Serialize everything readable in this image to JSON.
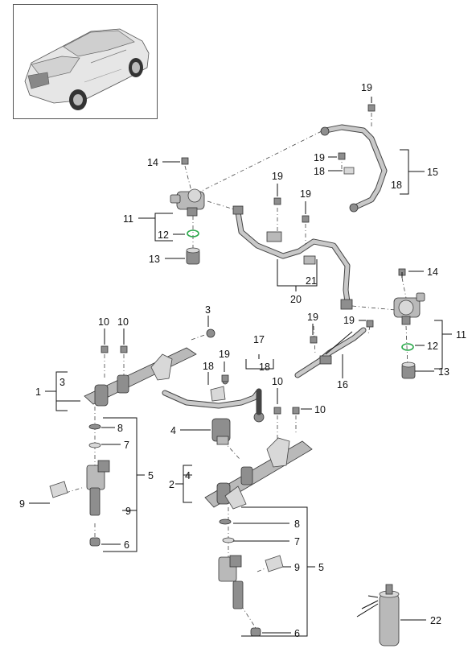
{
  "callouts": [
    {
      "id": "c19a",
      "text": "19"
    },
    {
      "id": "c14a",
      "text": "14"
    },
    {
      "id": "c19b",
      "text": "19"
    },
    {
      "id": "c18a",
      "text": "18"
    },
    {
      "id": "c15",
      "text": "15"
    },
    {
      "id": "c18b",
      "text": "18"
    },
    {
      "id": "c19c",
      "text": "19"
    },
    {
      "id": "c19d",
      "text": "19"
    },
    {
      "id": "c11a",
      "text": "11"
    },
    {
      "id": "c12a",
      "text": "12"
    },
    {
      "id": "c13a",
      "text": "13"
    },
    {
      "id": "c21",
      "text": "21"
    },
    {
      "id": "c20",
      "text": "20"
    },
    {
      "id": "c14b",
      "text": "14"
    },
    {
      "id": "c3a",
      "text": "3"
    },
    {
      "id": "c10a",
      "text": "10"
    },
    {
      "id": "c10b",
      "text": "10"
    },
    {
      "id": "c19e",
      "text": "19"
    },
    {
      "id": "c19f",
      "text": "19"
    },
    {
      "id": "c11b",
      "text": "11"
    },
    {
      "id": "c12b",
      "text": "12"
    },
    {
      "id": "c13b",
      "text": "13"
    },
    {
      "id": "c17",
      "text": "17"
    },
    {
      "id": "c18c",
      "text": "18"
    },
    {
      "id": "c19g",
      "text": "19"
    },
    {
      "id": "c18d",
      "text": "18"
    },
    {
      "id": "c16",
      "text": "16"
    },
    {
      "id": "c1",
      "text": "1"
    },
    {
      "id": "c3b",
      "text": "3"
    },
    {
      "id": "c10c",
      "text": "10"
    },
    {
      "id": "c10d",
      "text": "10"
    },
    {
      "id": "c8a",
      "text": "8"
    },
    {
      "id": "c4",
      "text": "4"
    },
    {
      "id": "c7a",
      "text": "7"
    },
    {
      "id": "c5a",
      "text": "5"
    },
    {
      "id": "c9a",
      "text": "9"
    },
    {
      "id": "c9b",
      "text": "9"
    },
    {
      "id": "c6a",
      "text": "6"
    },
    {
      "id": "c2",
      "text": "2"
    },
    {
      "id": "c4b",
      "text": "4"
    },
    {
      "id": "c8b",
      "text": "8"
    },
    {
      "id": "c7b",
      "text": "7"
    },
    {
      "id": "c9c",
      "text": "9"
    },
    {
      "id": "c5b",
      "text": "5"
    },
    {
      "id": "c6b",
      "text": "6"
    },
    {
      "id": "c22",
      "text": "22"
    }
  ]
}
